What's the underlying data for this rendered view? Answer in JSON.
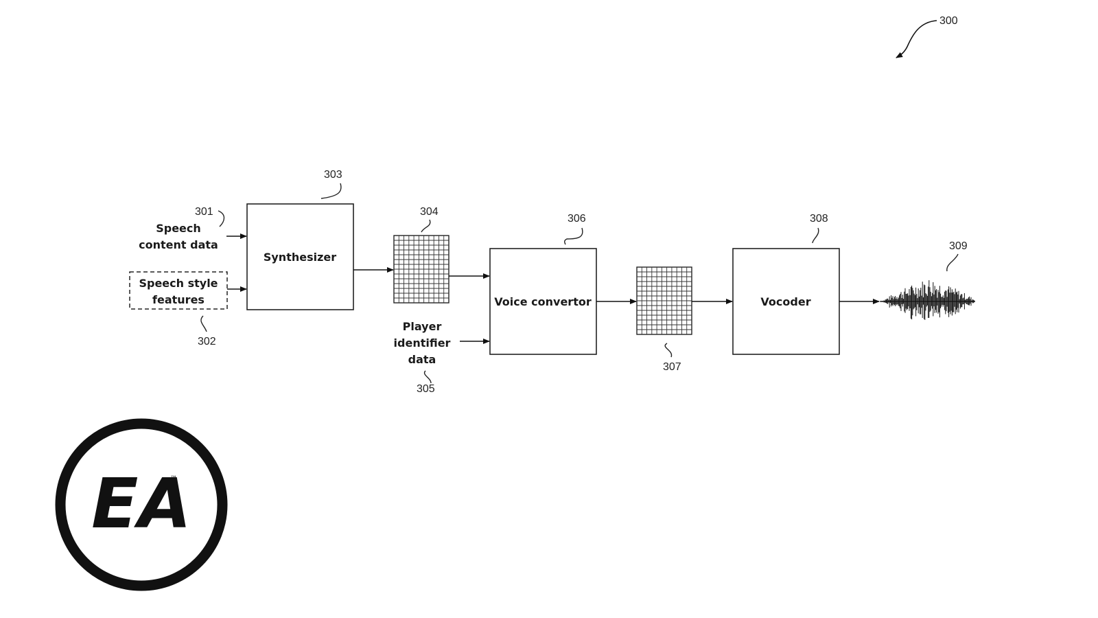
{
  "figure": {
    "ref_main": "300",
    "refs": {
      "r301": "301",
      "r302": "302",
      "r303": "303",
      "r304": "304",
      "r305": "305",
      "r306": "306",
      "r307": "307",
      "r308": "308",
      "r309": "309"
    },
    "inputs": {
      "speech_content": [
        "Speech",
        "content data"
      ],
      "speech_style": [
        "Speech style",
        "features"
      ],
      "player_identifier": [
        "Player",
        "identifier",
        "data"
      ]
    },
    "blocks": {
      "synthesizer": "Synthesizer",
      "voice_convertor": "Voice convertor",
      "vocoder": "Vocoder"
    }
  },
  "logo": {
    "name": "ea-logo",
    "text": "EA",
    "trademark": "™"
  },
  "colors": {
    "ink": "#111111",
    "paper": "#ffffff"
  }
}
